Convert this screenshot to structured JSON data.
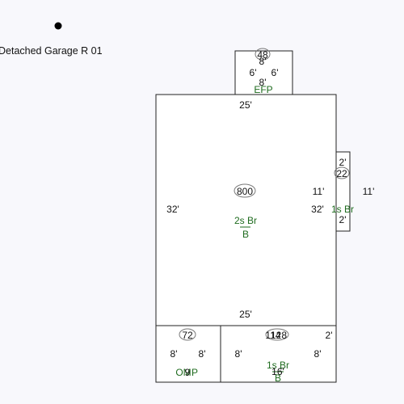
{
  "sketch_title": "Detached Garage R 01",
  "main": {
    "area": "800",
    "top_dim": "25'",
    "bottom_dim": "25'",
    "left_dim": "32'",
    "right_dim": "32'",
    "code_line1": "2s Br",
    "code_line2": "B"
  },
  "efp": {
    "area": "48",
    "top_dim": "8'",
    "left_dim": "6'",
    "right_dim": "6'",
    "bottom_dim": "8'",
    "code": "EFP"
  },
  "side_bay": {
    "area": "22",
    "top_dim": "2'",
    "bottom_dim": "2'",
    "inner_dim": "11'",
    "outer_dim": "11'",
    "code": "1s Br"
  },
  "omp": {
    "area": "72",
    "overlay_digit": "9",
    "left_dim": "8'",
    "right_dim": "8'",
    "code_left": "OM",
    "code_right": "P"
  },
  "rear": {
    "area": "128",
    "area_overlay": "114",
    "dim_top_right": "2'",
    "left_dim": "8'",
    "right_dim": "8'",
    "code_line1": "1s Br",
    "code_line2": "B",
    "overlay_dim": "16'"
  }
}
